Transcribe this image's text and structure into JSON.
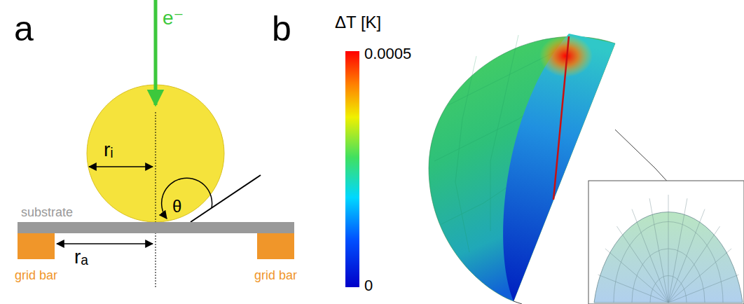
{
  "diagram": {
    "nodes": [
      {
        "text": [
          "substrate"
        ]
      },
      {
        "text": [
          "grid bar"
        ]
      },
      {
        "text": [
          "grid bar"
        ]
      }
    ],
    "labels": [
      "a",
      "b",
      "e⁻",
      "rᵢ",
      "rₐ",
      "θ",
      "ΔT [K]",
      "0.0005",
      "0"
    ]
  }
}
